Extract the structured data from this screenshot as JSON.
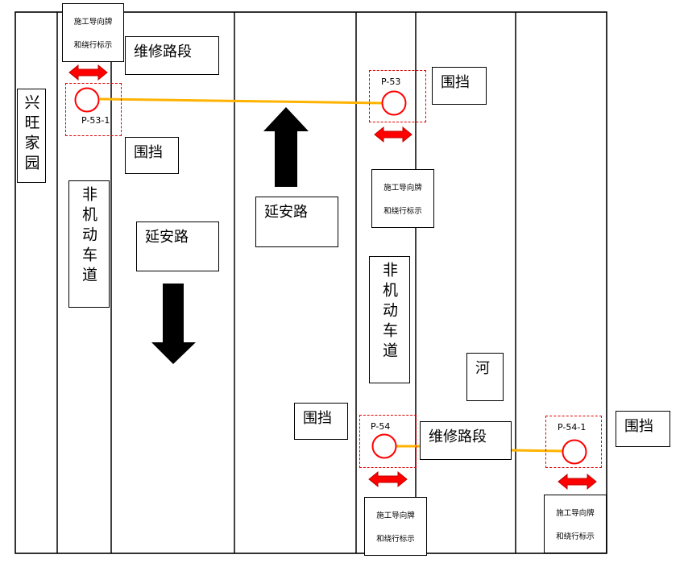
{
  "labels": {
    "xingwang": "兴旺家园",
    "feijidong": "非机动车道",
    "yananlu": "延安路",
    "weixiu": "维修路段",
    "weidang": "围挡",
    "he": "河",
    "sign_line1": "施工导向牌",
    "sign_line2": "和绕行标示"
  },
  "points": {
    "p53_1": "P-53-1",
    "p53": "P-53",
    "p54": "P-54",
    "p54_1": "P-54-1"
  },
  "colors": {
    "lane_line": "#000000",
    "cable": "#FFB300",
    "marker": "#FF0000",
    "arrow": "#000000"
  }
}
